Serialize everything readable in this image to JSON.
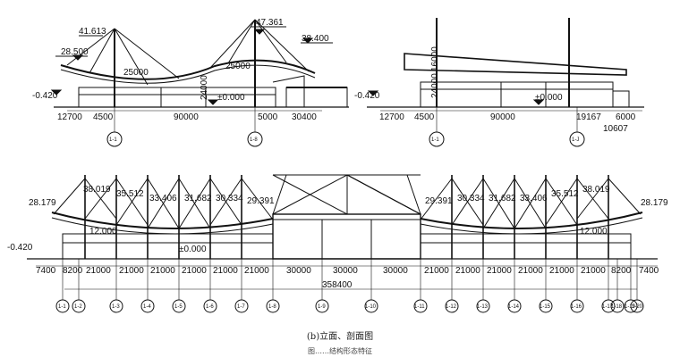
{
  "caption": "(b)立面、剖面图",
  "subcaption": "图……结构形态特征",
  "drawing1": {
    "elevations": [
      "41.613",
      "47.361",
      "28.500",
      "38.400",
      "-0.420",
      "±0.000"
    ],
    "dims_inner": [
      "25000",
      "25000",
      "24000"
    ],
    "dims_bottom": [
      "12700",
      "4500",
      "90000",
      "5000",
      "30400"
    ],
    "axes": [
      "1-1",
      "1-8"
    ]
  },
  "drawing2": {
    "elevations": [
      "-0.420",
      "±0.000"
    ],
    "dims_inner": [
      "16000",
      "24000"
    ],
    "dims_bottom": [
      "12700",
      "4500",
      "90000",
      "19167",
      "6000"
    ],
    "dim_below": "10607",
    "axes": [
      "1-1",
      "1-J"
    ]
  },
  "drawing3": {
    "elevations_left": [
      "28.179",
      "38.019",
      "35.512",
      "33.406",
      "31.682",
      "30.334",
      "29.391"
    ],
    "elevations_right": [
      "29.391",
      "30.334",
      "31.682",
      "33.406",
      "35.512",
      "38.019",
      "28.179"
    ],
    "elevations_low": [
      "-0.420",
      "±0.000",
      "12.000",
      "12.000"
    ],
    "dims_bottom": [
      "7400",
      "8200",
      "21000",
      "21000",
      "21000",
      "21000",
      "21000",
      "21000",
      "30000",
      "30000",
      "30000",
      "21000",
      "21000",
      "21000",
      "21000",
      "21000",
      "21000",
      "8200",
      "7400"
    ],
    "total": "358400",
    "axes": [
      "1-1",
      "1-2",
      "1-3",
      "1-4",
      "1-5",
      "1-6",
      "1-7",
      "1-8",
      "1-9",
      "1-10",
      "1-11",
      "1-12",
      "1-13",
      "1-14",
      "1-15",
      "1-16",
      "1-17",
      "1-18",
      "1-19",
      "1-20"
    ]
  }
}
